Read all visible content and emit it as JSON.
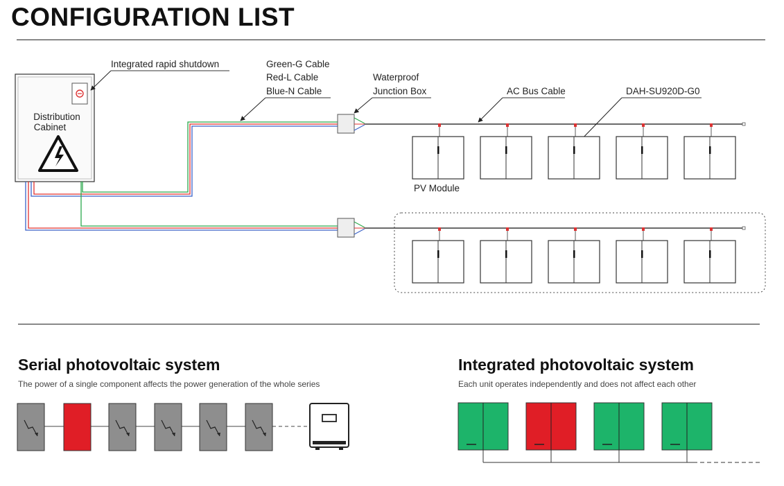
{
  "title": "CONFIGURATION LIST",
  "labels": {
    "rapid_shutdown": "Integrated rapid shutdown",
    "cabinet_line1": "Distribution",
    "cabinet_line2": "Cabinet",
    "cable_green": "Green-G Cable",
    "cable_red": "Red-L Cable",
    "cable_blue": "Blue-N Cable",
    "junction_line1": "Waterproof",
    "junction_line2": "Junction Box",
    "ac_bus": "AC Bus Cable",
    "inverter_model": "DAH-SU920D-G0",
    "pv_module": "PV Module"
  },
  "serial": {
    "title": "Serial photovoltaic system",
    "subtitle": "The power of a single component affects the power generation of the whole series",
    "modules": [
      "gray",
      "red",
      "gray",
      "gray",
      "gray",
      "gray"
    ]
  },
  "integrated": {
    "title": "Integrated photovoltaic system",
    "subtitle": "Each unit operates independently and does not affect each other",
    "modules": [
      "green",
      "red",
      "green",
      "green"
    ]
  },
  "colors": {
    "green_cable": "#2aa84a",
    "red_cable": "#e0302f",
    "blue_cable": "#3a62c8",
    "module_gray": "#8e8e8e",
    "module_red": "#e01e26",
    "module_green": "#1db46a"
  }
}
